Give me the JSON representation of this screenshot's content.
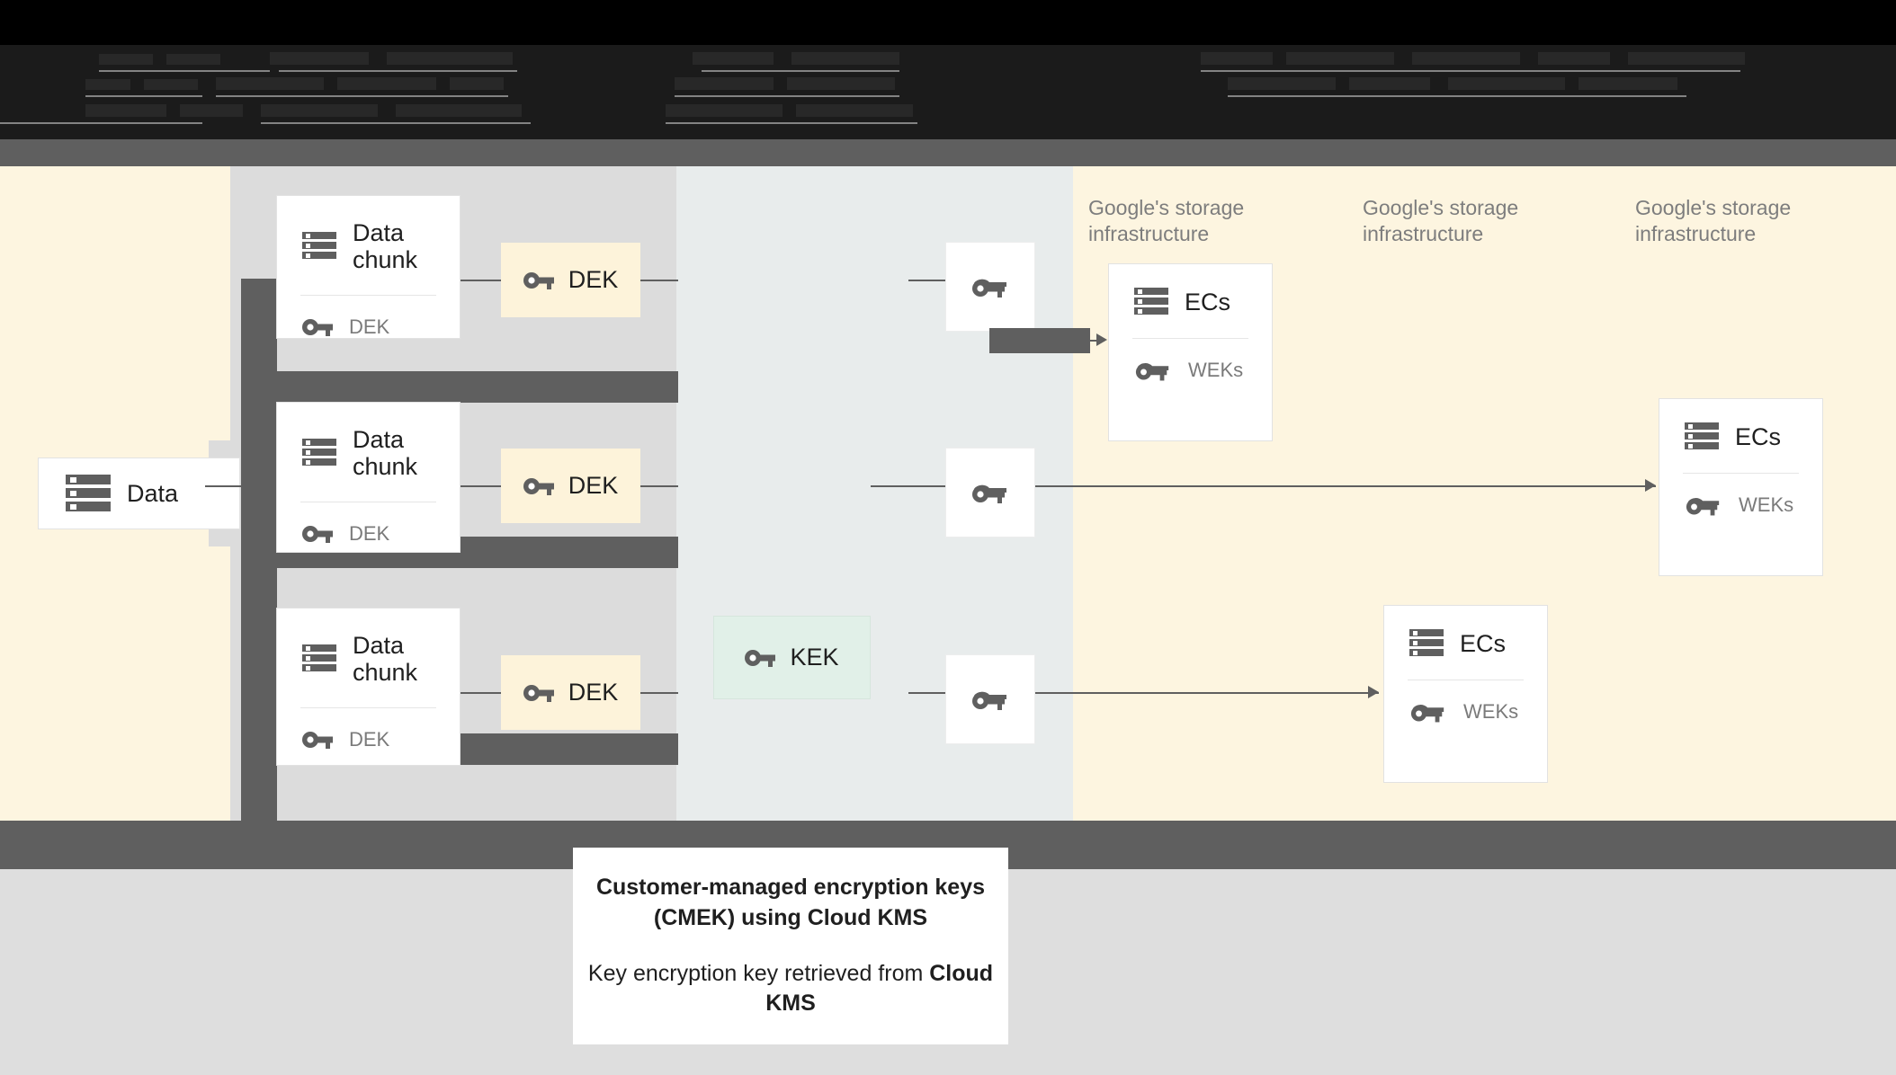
{
  "page": {
    "title": "Customer-managed encryption keys (CMEK) using Cloud KMS diagram"
  },
  "top_chrome": {
    "note": "obscured dark text lines at top of screenshot",
    "lines": [
      "Data is",
      "split into",
      "chunks",
      "DEK is generated for each",
      "chunk - each with its own",
      "and the DEK is encrypted using a KEK",
      "Chunks are encrypted and each",
      "encrypted chunk is",
      "stored separately"
    ]
  },
  "diagram": {
    "source": {
      "label": "Data",
      "icon": "server-icon"
    },
    "chunks": [
      {
        "title": "Data chunk",
        "key_label": "DEK",
        "icon": "server-icon",
        "key_icon": "key-icon"
      },
      {
        "title": "Data chunk",
        "key_label": "DEK",
        "icon": "server-icon",
        "key_icon": "key-icon"
      },
      {
        "title": "Data chunk",
        "key_label": "DEK",
        "icon": "server-icon",
        "key_icon": "key-icon"
      }
    ],
    "deks": [
      {
        "label": "DEK",
        "icon": "key-icon"
      },
      {
        "label": "DEK",
        "icon": "key-icon"
      },
      {
        "label": "DEK",
        "icon": "key-icon"
      }
    ],
    "kek": {
      "label": "KEK",
      "icon": "key-icon"
    },
    "weks": [
      {
        "label": "",
        "icon": "double-key-icon"
      },
      {
        "label": "",
        "icon": "double-key-icon"
      },
      {
        "label": "",
        "icon": "double-key-icon"
      }
    ],
    "infra_labels": [
      "Google's storage\ninfrastructure",
      "Google's storage\ninfrastructure",
      "Google's storage\ninfrastructure"
    ],
    "ec_cards": [
      {
        "title": "ECs",
        "key_label": "WEKs",
        "icon": "server-icon",
        "key_icon": "double-key-icon"
      },
      {
        "title": "ECs",
        "key_label": "WEKs",
        "icon": "server-icon",
        "key_icon": "double-key-icon"
      },
      {
        "title": "ECs",
        "key_label": "WEKs",
        "icon": "server-icon",
        "key_icon": "double-key-icon"
      }
    ]
  },
  "caption": {
    "line1": "Customer-managed encryption keys (CMEK) using Cloud KMS",
    "line2_prefix": "Key encryption key retrieved from ",
    "line2_bold": "Cloud KMS"
  },
  "colors": {
    "cream": "#fdf5e0",
    "mid_column": "#e8ecec",
    "band_gray": "#dcdcdc",
    "dark_gray": "#5f5f5f",
    "dek_fill": "#fdf3da",
    "kek_fill": "#e1f0e8",
    "card_white": "#ffffff",
    "muted_text": "#7d7d7d",
    "bottom_gray": "#dedede"
  }
}
